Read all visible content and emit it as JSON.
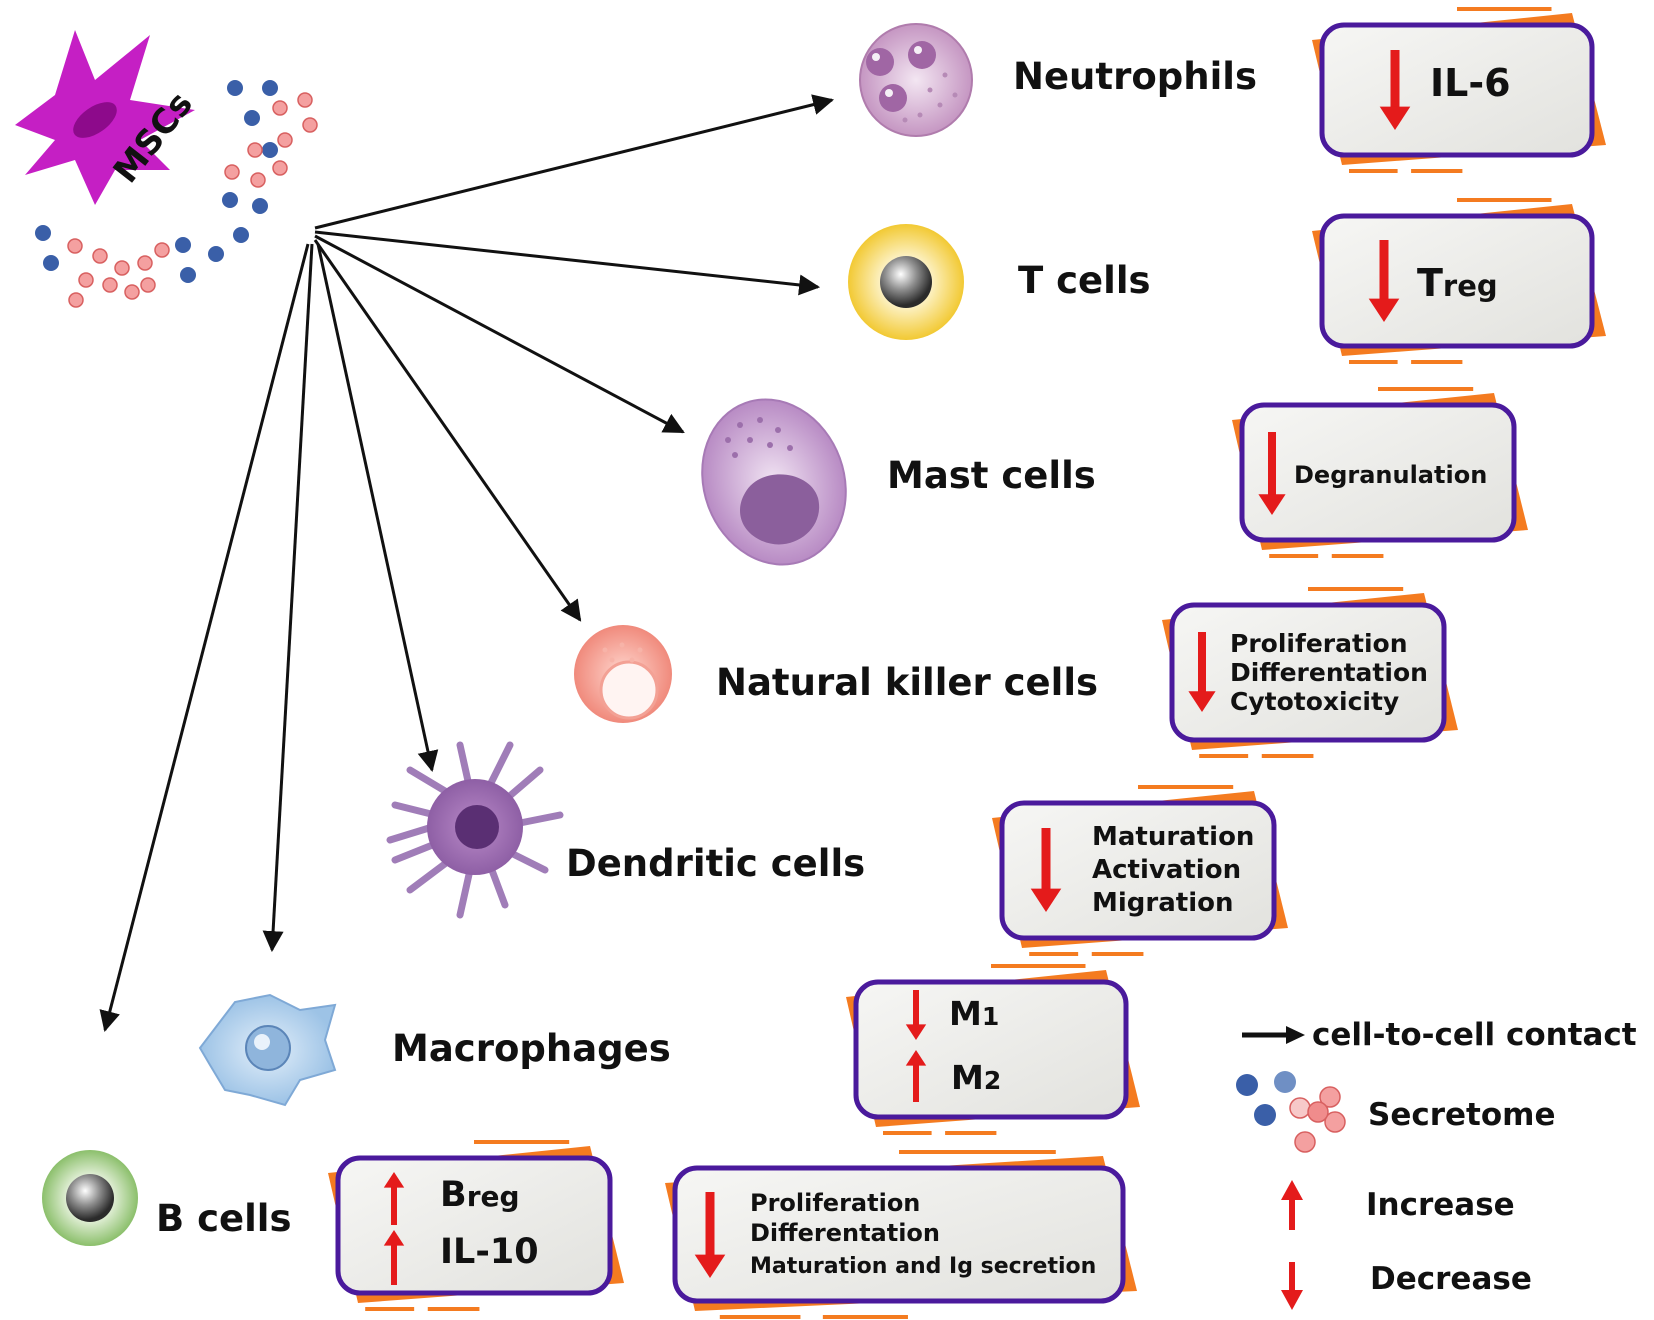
{
  "source": {
    "label": "MSCs"
  },
  "cells": [
    {
      "id": "neutrophils",
      "name": "Neutrophils"
    },
    {
      "id": "t-cells",
      "name": "T cells"
    },
    {
      "id": "mast-cells",
      "name": "Mast cells"
    },
    {
      "id": "nk-cells",
      "name": "Natural killer cells"
    },
    {
      "id": "dendritic-cells",
      "name": "Dendritic cells"
    },
    {
      "id": "macrophages",
      "name": "Macrophages"
    },
    {
      "id": "b-cells",
      "name": "B cells"
    }
  ],
  "effects": {
    "neutrophils": {
      "direction": "decrease",
      "lines": [
        "IL-6"
      ]
    },
    "t_cells": {
      "direction": "decrease",
      "main": "T",
      "sub": "reg"
    },
    "mast_cells": {
      "direction": "decrease",
      "lines": [
        "Degranulation"
      ]
    },
    "nk_cells": {
      "direction": "decrease",
      "lines": [
        "Proliferation",
        "Differentation",
        "Cytotoxicity"
      ]
    },
    "dendritic_cells": {
      "direction": "decrease",
      "lines": [
        "Maturation",
        "Activation",
        "Migration"
      ]
    },
    "macrophages": {
      "items": [
        {
          "direction": "decrease",
          "main": "M",
          "sub": "1"
        },
        {
          "direction": "increase",
          "main": "M",
          "sub": "2"
        }
      ]
    },
    "b_cells_regulatory": {
      "items": [
        {
          "direction": "increase",
          "main": "B",
          "sub": "reg"
        },
        {
          "direction": "increase",
          "main": "IL-10",
          "sub": ""
        }
      ]
    },
    "b_cells_function": {
      "direction": "decrease",
      "lines": [
        "Proliferation",
        "Differentation",
        "Maturation and Ig secretion"
      ]
    }
  },
  "legend": {
    "contact": "cell-to-cell contact",
    "secretome": "Secretome",
    "increase": "Increase",
    "decrease": "Decrease"
  },
  "colors": {
    "arrow_red": "#e41b1b",
    "box_border": "#4a1a9c",
    "box_shadow_orange": "#f47b20",
    "box_fill": "#eeeeec",
    "msc_magenta": "#c51fc4",
    "secretome_blue": "#3a5fa8",
    "secretome_pink": "#f08c8c"
  }
}
